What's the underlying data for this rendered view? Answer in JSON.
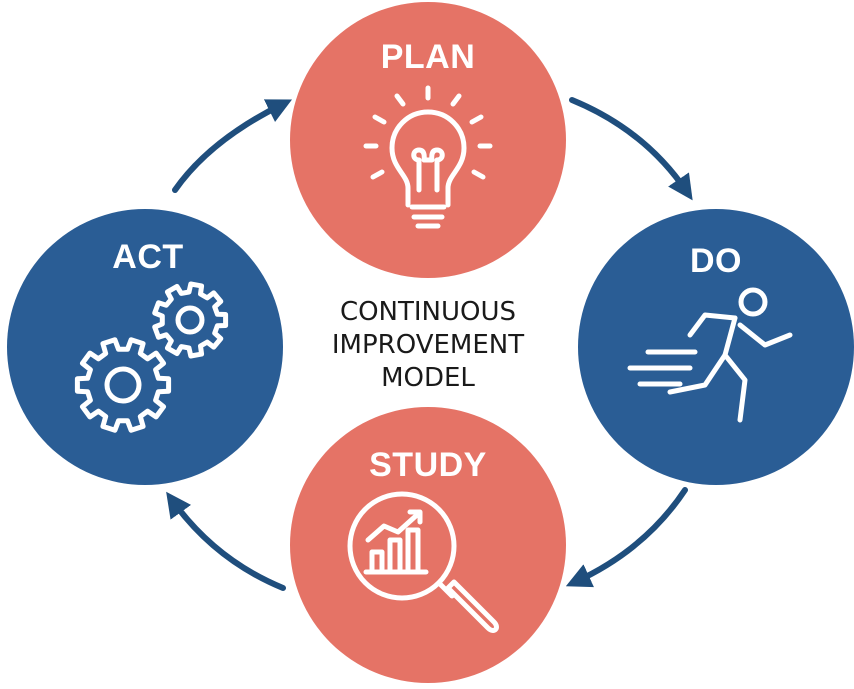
{
  "colors": {
    "plan_do_study_fill": "#e57366",
    "act_do_fill": "#2a5d95",
    "arrow": "#1f4e7d",
    "text_on_circle": "#ffffff",
    "center_text": "#1a1a1a"
  },
  "center_label": {
    "line1": "CONTINUOUS",
    "line2": "IMPROVEMENT",
    "line3": "MODEL"
  },
  "stages": {
    "plan": {
      "title": "PLAN",
      "icon": "lightbulb-icon"
    },
    "do": {
      "title": "DO",
      "icon": "running-person-icon"
    },
    "study": {
      "title": "STUDY",
      "icon": "magnifier-chart-icon"
    },
    "act": {
      "title": "ACT",
      "icon": "gears-icon"
    }
  },
  "cycle_order": [
    "PLAN",
    "DO",
    "STUDY",
    "ACT"
  ]
}
